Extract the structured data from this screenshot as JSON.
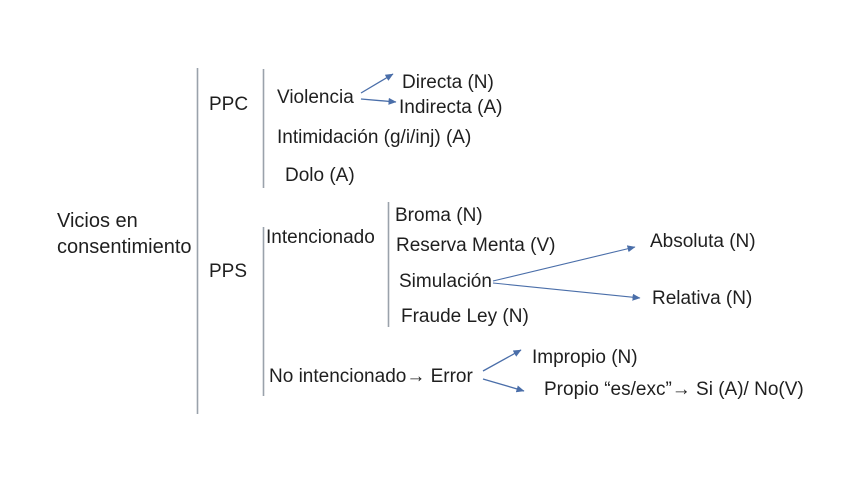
{
  "diagram": {
    "colors": {
      "text": "#1f1f1f",
      "bracket_line": "#9aa2ab",
      "arrow": "#4a6ea9",
      "background": "#ffffff"
    },
    "tree": {
      "root_label": "Vicios en consentimiento",
      "branches": [
        {
          "label": "PPC",
          "children": [
            {
              "label": "Violencia",
              "children": [
                {
                  "label": "Directa (N)"
                },
                {
                  "label": "Indirecta (A)"
                }
              ]
            },
            {
              "label": "Intimidación (g/i/inj) (A)"
            },
            {
              "label": "Dolo (A)"
            }
          ]
        },
        {
          "label": "PPS",
          "children": [
            {
              "label": "Intencionado",
              "children": [
                {
                  "label": "Broma (N)"
                },
                {
                  "label": "Reserva Menta (V)"
                },
                {
                  "label": "Simulación",
                  "children": [
                    {
                      "label": "Absoluta (N)"
                    },
                    {
                      "label": "Relativa (N)"
                    }
                  ]
                },
                {
                  "label": "Fraude Ley (N)"
                }
              ]
            },
            {
              "label": "No intencionado→ Error",
              "children": [
                {
                  "label": "Impropio (N)"
                },
                {
                  "label": "Propio “es/exc”→ Si (A)/ No(V)"
                }
              ]
            }
          ]
        }
      ]
    }
  }
}
